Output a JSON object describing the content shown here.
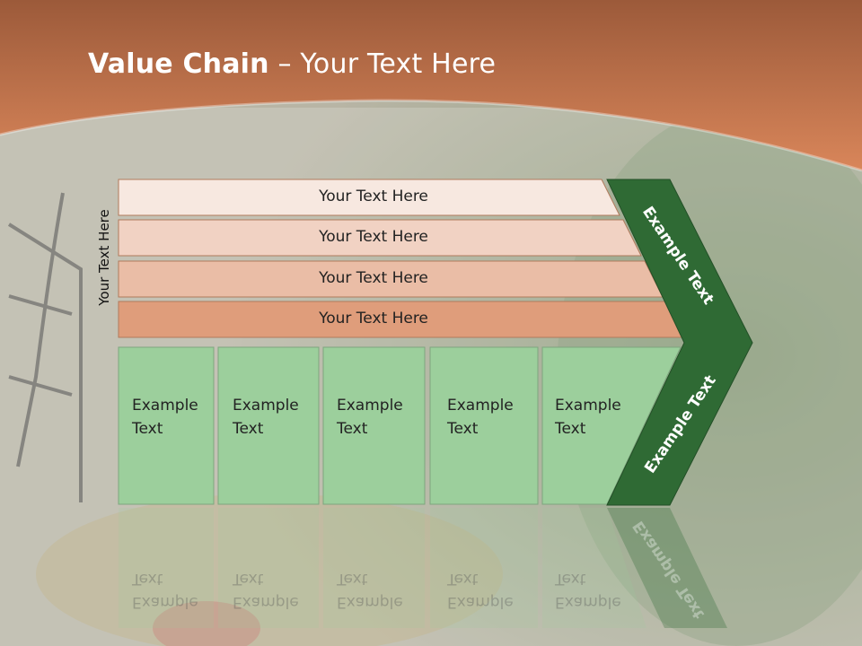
{
  "title": {
    "bold": "Value Chain",
    "rest": " – Your Text Here"
  },
  "side_label": "Your Text Here",
  "rows": [
    {
      "label": "Your Text Here",
      "fill": "#f7e8e0"
    },
    {
      "label": "Your Text Here",
      "fill": "#f1d2c3"
    },
    {
      "label": "Your Text Here",
      "fill": "#eabda6"
    },
    {
      "label": "Your Text Here",
      "fill": "#df9d7b"
    }
  ],
  "boxes": [
    {
      "line1": "Example",
      "line2": "Text"
    },
    {
      "line1": "Example",
      "line2": "Text"
    },
    {
      "line1": "Example",
      "line2": "Text"
    },
    {
      "line1": "Example",
      "line2": "Text"
    },
    {
      "line1": "Example",
      "line2": "Text"
    }
  ],
  "chevron": {
    "upper": "Example Text",
    "lower": "Example Text",
    "color": "#2f6a34"
  },
  "colors": {
    "header": "#c8744a",
    "box": "#9ccf9c"
  }
}
